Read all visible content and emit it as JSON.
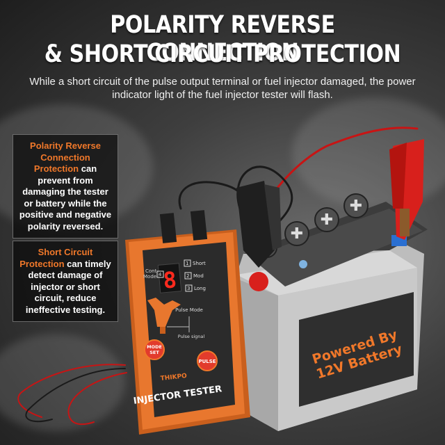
{
  "header": {
    "title_line1": "POLARITY REVERSE CONNECTION",
    "title_line2": "& SHORT CIRCUIT PROTECTION",
    "subtitle": "While a short circuit of the pulse output terminal or fuel injector damaged, the power indicator light of the fuel injector tester will flash."
  },
  "callouts": [
    {
      "highlight": "Polarity Reverse Connection Protection",
      "text": " can prevent from damaging the tester or battery while the positive and negative polarity reversed."
    },
    {
      "highlight": "Short Circuit Protection",
      "text": " can timely detect damage of injector or short circuit, reduce ineffective testing."
    }
  ],
  "device": {
    "brand": "THIKPO",
    "name": "INJECTOR TESTER",
    "display_digit": "8",
    "cont_mode_label": "Cont Mode",
    "modes": [
      {
        "num": "1",
        "label": "Short"
      },
      {
        "num": "2",
        "label": "Mod"
      },
      {
        "num": "3",
        "label": "Long"
      },
      {
        "num": "4",
        "label": ""
      }
    ],
    "pulse_mode_label": "Pulse Mode",
    "pulse_signal_label": "Pulse signal",
    "mode_button": "MODE SET",
    "pulse_button": "PULSE"
  },
  "battery": {
    "label": "Powered By 12V Battery"
  },
  "colors": {
    "accent": "#f0782a",
    "device_orange": "#e8772e",
    "device_panel": "#2b2b2b",
    "clip_red": "#d8201c",
    "wire_red": "#c81414"
  }
}
